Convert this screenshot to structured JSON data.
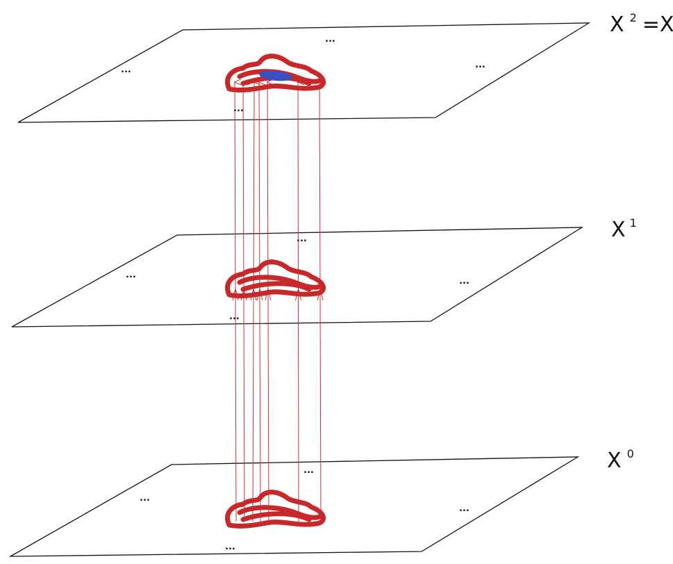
{
  "layers": [
    {
      "id": "x2",
      "label": "X",
      "superscript": "2",
      "suffix": "=X",
      "ellipses": [
        "...",
        "...",
        "...",
        "..."
      ]
    },
    {
      "id": "x1",
      "label": "X",
      "superscript": "1",
      "suffix": "",
      "ellipses": [
        "...",
        "...",
        "...",
        "..."
      ]
    },
    {
      "id": "x0",
      "label": "X",
      "superscript": "0",
      "suffix": "",
      "ellipses": [
        "...",
        "...",
        "...",
        "..."
      ]
    }
  ],
  "colors": {
    "blob": "#c8282a",
    "arrow": "#d33030",
    "highlight": "#3a4fc4",
    "plane": "#111111"
  }
}
